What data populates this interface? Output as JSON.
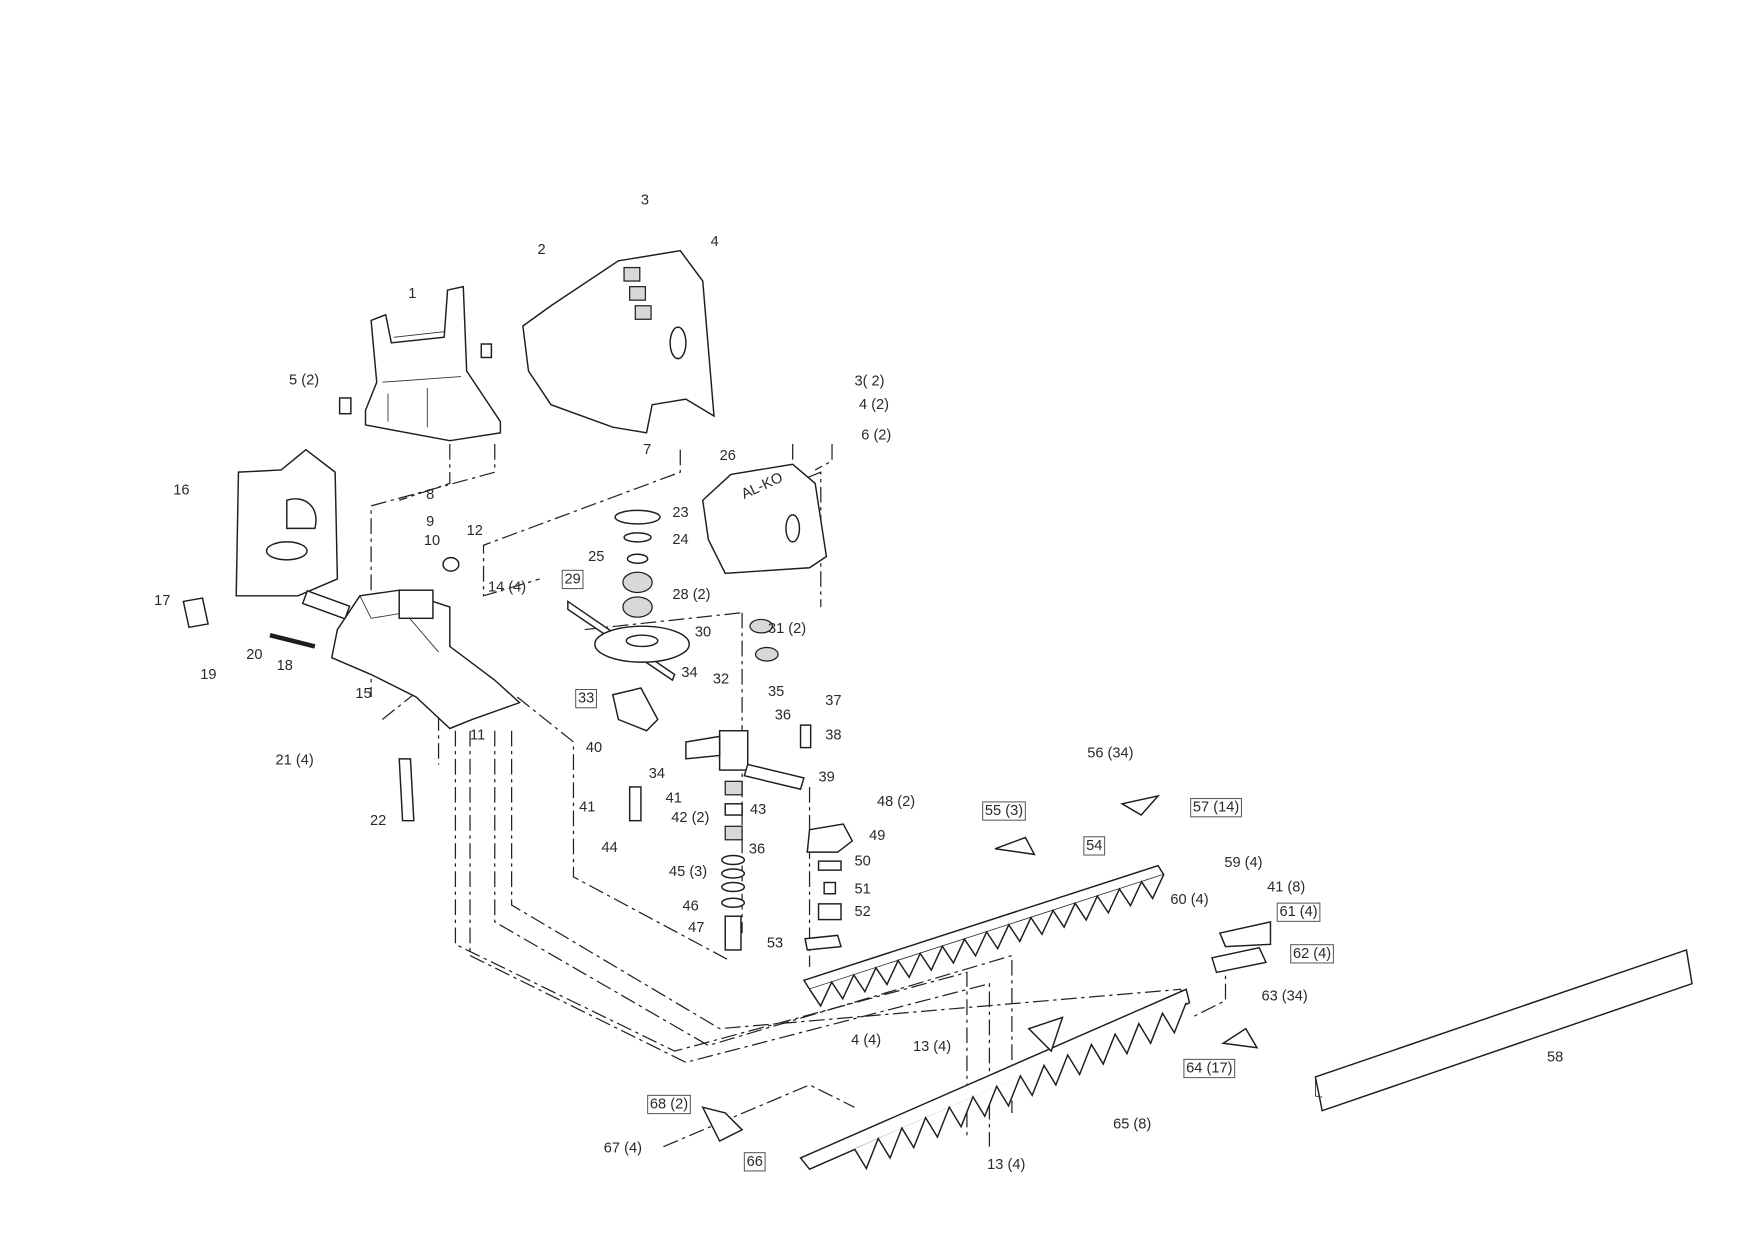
{
  "diagram": {
    "brand_mark": "AL-KO",
    "callouts": [
      {
        "text": "1",
        "boxed": false
      },
      {
        "text": "2",
        "boxed": false
      },
      {
        "text": "3",
        "boxed": false
      },
      {
        "text": "4",
        "boxed": false
      },
      {
        "text": "5 (2)",
        "boxed": false
      },
      {
        "text": "7",
        "boxed": false
      },
      {
        "text": "8",
        "boxed": false
      },
      {
        "text": "9",
        "boxed": false
      },
      {
        "text": "10",
        "boxed": false
      },
      {
        "text": "12",
        "boxed": false
      },
      {
        "text": "16",
        "boxed": false
      },
      {
        "text": "17",
        "boxed": false
      },
      {
        "text": "18",
        "boxed": false
      },
      {
        "text": "19",
        "boxed": false
      },
      {
        "text": "20",
        "boxed": false
      },
      {
        "text": "15",
        "boxed": false
      },
      {
        "text": "11",
        "boxed": false
      },
      {
        "text": "21 (4)",
        "boxed": false
      },
      {
        "text": "22",
        "boxed": false
      },
      {
        "text": "14 (4)",
        "boxed": false
      },
      {
        "text": "23",
        "boxed": false
      },
      {
        "text": "24",
        "boxed": false
      },
      {
        "text": "25",
        "boxed": false
      },
      {
        "text": "29",
        "boxed": true
      },
      {
        "text": "28 (2)",
        "boxed": false
      },
      {
        "text": "30",
        "boxed": false
      },
      {
        "text": "3( 2)",
        "boxed": false
      },
      {
        "text": "4 (2)",
        "boxed": false
      },
      {
        "text": "6  (2)",
        "boxed": false
      },
      {
        "text": "26",
        "boxed": false
      },
      {
        "text": "31 (2)",
        "boxed": false
      },
      {
        "text": "34",
        "boxed": false
      },
      {
        "text": "32",
        "boxed": false
      },
      {
        "text": "35",
        "boxed": false
      },
      {
        "text": "33",
        "boxed": true
      },
      {
        "text": "36",
        "boxed": false
      },
      {
        "text": "37",
        "boxed": false
      },
      {
        "text": "38",
        "boxed": false
      },
      {
        "text": "40",
        "boxed": false
      },
      {
        "text": "34",
        "boxed": false
      },
      {
        "text": "39",
        "boxed": false
      },
      {
        "text": "41",
        "boxed": false
      },
      {
        "text": "41",
        "boxed": false
      },
      {
        "text": "42 (2)",
        "boxed": false
      },
      {
        "text": "43",
        "boxed": false
      },
      {
        "text": "44",
        "boxed": false
      },
      {
        "text": "48 (2)",
        "boxed": false
      },
      {
        "text": "49",
        "boxed": false
      },
      {
        "text": "36",
        "boxed": false
      },
      {
        "text": "50",
        "boxed": false
      },
      {
        "text": "51",
        "boxed": false
      },
      {
        "text": "52",
        "boxed": false
      },
      {
        "text": "45 (3)",
        "boxed": false
      },
      {
        "text": "46",
        "boxed": false
      },
      {
        "text": "47",
        "boxed": false
      },
      {
        "text": "53",
        "boxed": false
      },
      {
        "text": "55 (3)",
        "boxed": true
      },
      {
        "text": "54",
        "boxed": true
      },
      {
        "text": "56 (34)",
        "boxed": false
      },
      {
        "text": "57 (14)",
        "boxed": true
      },
      {
        "text": "59 (4)",
        "boxed": false
      },
      {
        "text": "41 (8)",
        "boxed": false
      },
      {
        "text": "60 (4)",
        "boxed": false
      },
      {
        "text": "61 (4)",
        "boxed": true
      },
      {
        "text": "62 (4)",
        "boxed": true
      },
      {
        "text": "63 (34)",
        "boxed": false
      },
      {
        "text": "64 (17)",
        "boxed": true
      },
      {
        "text": "58",
        "boxed": false
      },
      {
        "text": "4 (4)",
        "boxed": false
      },
      {
        "text": "13 (4)",
        "boxed": false
      },
      {
        "text": "68 (2)",
        "boxed": true
      },
      {
        "text": "67 (4)",
        "boxed": false
      },
      {
        "text": "66",
        "boxed": true
      },
      {
        "text": "13 (4)",
        "boxed": false
      },
      {
        "text": "65 (8)",
        "boxed": false
      }
    ]
  }
}
